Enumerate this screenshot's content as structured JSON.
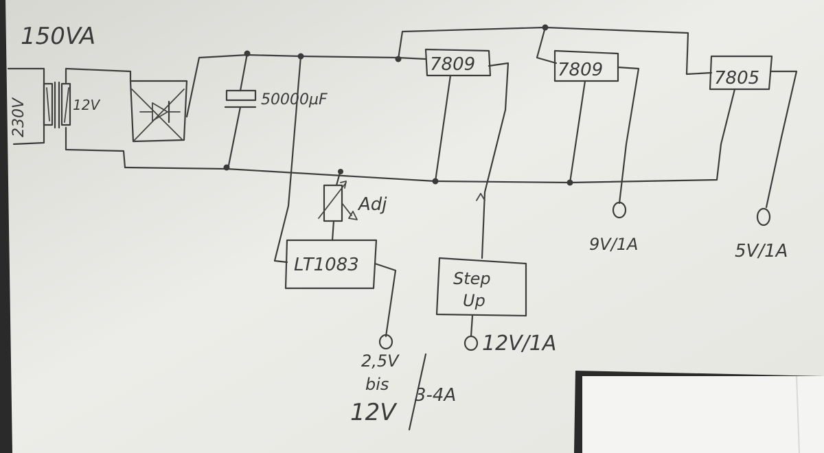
{
  "power_rating": "150VA",
  "mains_label": "230V",
  "secondary_label": "12V",
  "capacitor_label": "50000µF",
  "reg1_label": "7809",
  "reg2_label": "7809",
  "reg3_label": "7805",
  "adj_label": "Adj",
  "lt_label": "LT1083",
  "stepup_line1": "Step",
  "stepup_line2": "Up",
  "out_9v": "9V/1A",
  "out_5v": "5V/1A",
  "out_12v": "12V/1A",
  "out_adj_line1": "2,5V",
  "out_adj_line2": "bis",
  "out_adj_line3": "12V",
  "out_adj_current": "3-4A",
  "colors": {
    "paper": "#e9e9e4",
    "ink": "#3a3a3a",
    "background": "#2a2a2a"
  }
}
